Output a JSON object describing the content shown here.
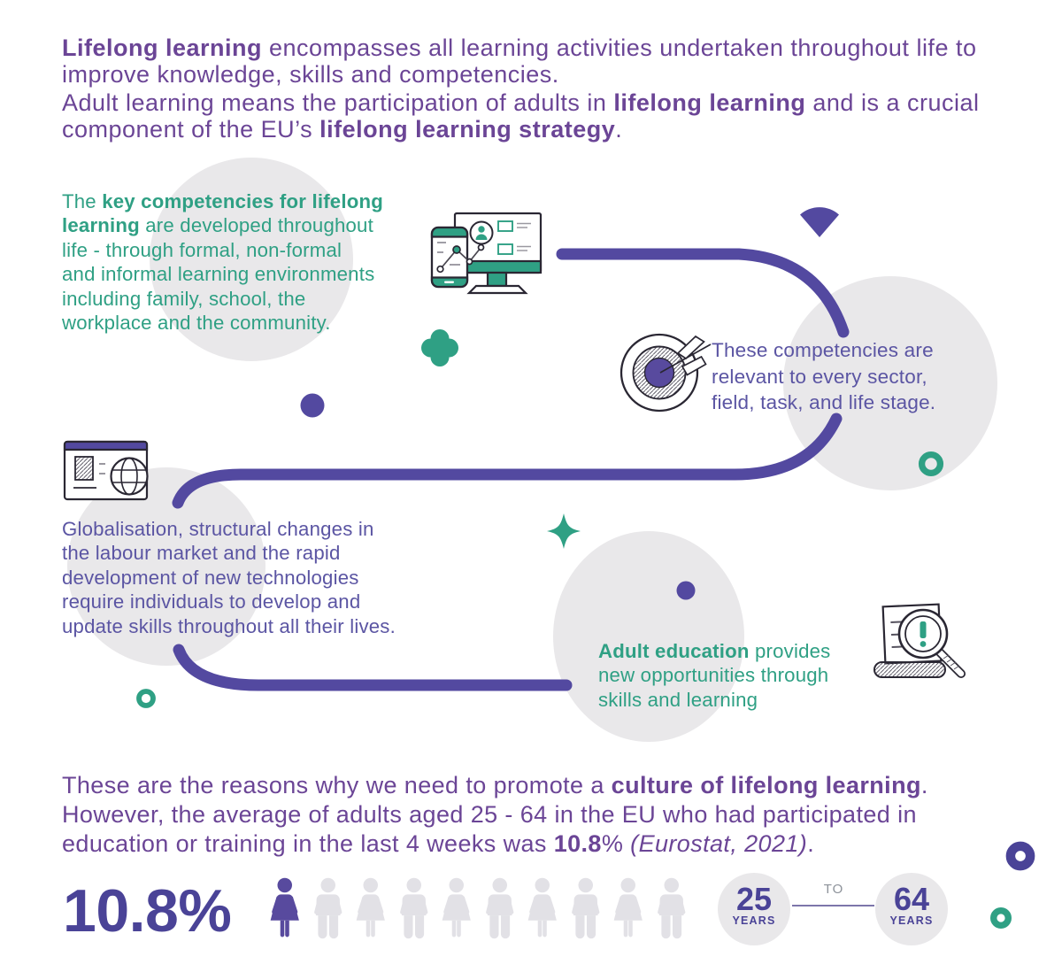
{
  "colors": {
    "purple_heading": "#6b4596",
    "purple_body": "#5b55a3",
    "purple_accent": "#5349a0",
    "purple_number": "#4a4397",
    "teal": "#2fa084",
    "gray_circle": "#e9e8ea",
    "figure_gray": "#e2e1e6",
    "figure_highlight": "#584a9e",
    "outline_dark": "#2a2733",
    "line_gray": "#8f8d96"
  },
  "intro": {
    "p1": [
      [
        {
          "t": "Lifelong learning",
          "b": 1
        },
        {
          "t": " encompasses all learning activities undertaken throughout life to"
        }
      ],
      [
        {
          "t": "improve knowledge, skills and competencies."
        }
      ]
    ],
    "p2": [
      [
        {
          "t": "Adult learning means the participation of adults in "
        },
        {
          "t": "lifelong learning",
          "b": 1
        },
        {
          "t": " and is a crucial"
        }
      ],
      [
        {
          "t": "component of the EU’s "
        },
        {
          "t": "lifelong learning strategy",
          "b": 1
        },
        {
          "t": "."
        }
      ]
    ]
  },
  "sections": {
    "key_competencies": {
      "lines": [
        [
          {
            "t": "The "
          },
          {
            "t": "key competencies for lifelong",
            "b": 1
          }
        ],
        [
          {
            "t": "learning",
            "b": 1
          },
          {
            "t": " are developed throughout"
          }
        ],
        [
          {
            "t": "life - through formal, non-formal"
          }
        ],
        [
          {
            "t": "and informal learning environments"
          }
        ],
        [
          {
            "t": "including family, school, the"
          }
        ],
        [
          {
            "t": "workplace and the community."
          }
        ]
      ]
    },
    "relevance": {
      "lines": [
        [
          {
            "t": "These competencies are"
          }
        ],
        [
          {
            "t": "relevant to every sector,"
          }
        ],
        [
          {
            "t": "field, task, and life stage."
          }
        ]
      ]
    },
    "globalisation": {
      "lines": [
        [
          {
            "t": "Globalisation, structural changes in"
          }
        ],
        [
          {
            "t": "the labour market and the rapid"
          }
        ],
        [
          {
            "t": "development of new technologies"
          }
        ],
        [
          {
            "t": "require individuals to develop and"
          }
        ],
        [
          {
            "t": "update skills throughout all their lives."
          }
        ]
      ]
    },
    "adult_education": {
      "lines": [
        [
          {
            "t": "Adult education",
            "b": 1
          },
          {
            "t": " provides"
          }
        ],
        [
          {
            "t": "new opportunities through"
          }
        ],
        [
          {
            "t": "skills and learning"
          }
        ]
      ]
    }
  },
  "conclusion": {
    "lines": [
      [
        {
          "t": "These are the reasons why we need to promote a "
        },
        {
          "t": "culture of lifelong learning",
          "b": 1
        },
        {
          "t": "."
        }
      ],
      [
        {
          "t": "However, the average of adults aged 25 - 64 in the EU who had participated in"
        }
      ],
      [
        {
          "t": "education or training in the last 4 weeks was "
        },
        {
          "t": "10.8",
          "b": 1
        },
        {
          "t": "% "
        },
        {
          "t": "(Eurostat, 2021)",
          "i": 1
        },
        {
          "t": "."
        }
      ]
    ]
  },
  "stats": {
    "percent": "10.8%",
    "age_from": "25",
    "age_to": "64",
    "years_label": "YEARS",
    "to_label": "TO",
    "figures": [
      {
        "sex": "female",
        "highlight": true
      },
      {
        "sex": "male"
      },
      {
        "sex": "female"
      },
      {
        "sex": "male"
      },
      {
        "sex": "female"
      },
      {
        "sex": "male"
      },
      {
        "sex": "female"
      },
      {
        "sex": "male"
      },
      {
        "sex": "female"
      },
      {
        "sex": "male"
      }
    ]
  },
  "icons": {
    "devices": "monitor-phone-chart-icon",
    "dartboard": "dartboard-arrow-icon",
    "browser_globe": "browser-globe-icon",
    "report": "report-magnifier-icon",
    "decorations": [
      "fan-icon",
      "clover-icon",
      "sparkle-icon",
      "dot",
      "ring"
    ]
  }
}
